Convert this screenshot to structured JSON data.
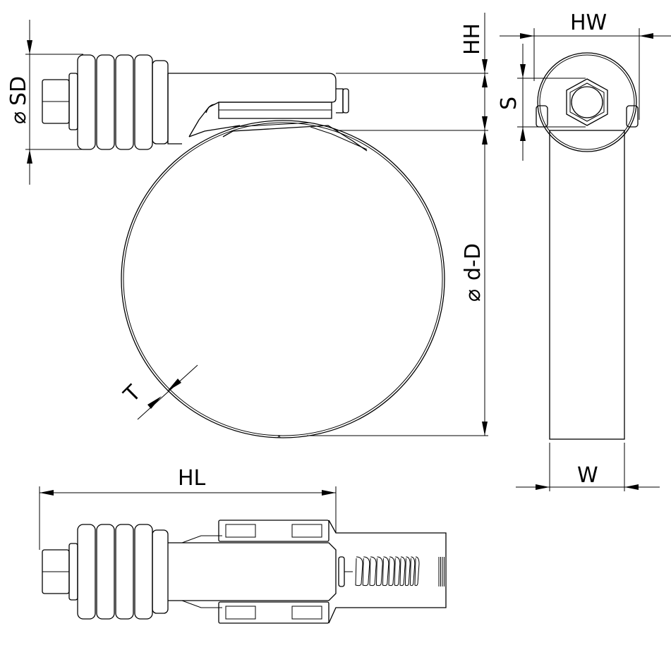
{
  "labels": {
    "sd": "SD",
    "hh": "HH",
    "hw": "HW",
    "s": "S",
    "dd": "d-D",
    "t": "T",
    "hl": "HL",
    "w": "W"
  },
  "symbols": {
    "diameter": "⌀"
  }
}
